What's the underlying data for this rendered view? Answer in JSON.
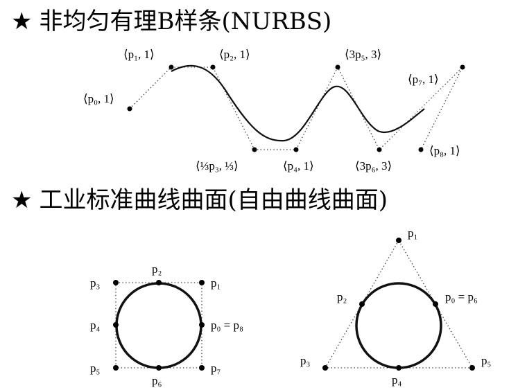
{
  "headings": {
    "nurbs": "非均匀有理B样条(NURBS)",
    "industry": "工业标准曲线曲面(自由曲线曲面)",
    "star": "★"
  },
  "nurbs_labels": {
    "p0": "⟨p₀, 1⟩",
    "p1": "⟨p₁, 1⟩",
    "p2": "⟨p₂, 1⟩",
    "p3": "⟨⅓p₃, ⅓⟩",
    "p4": "⟨p₄, 1⟩",
    "p5": "⟨3p₅, 3⟩",
    "p6": "⟨3p₆, 3⟩",
    "p7": "⟨p₇, 1⟩",
    "p8": "⟨p₈, 1⟩"
  },
  "square_labels": {
    "p1": "p₁",
    "p2": "p₂",
    "p3": "p₃",
    "p4": "p₄",
    "p0": "p₀ = p₈",
    "p5": "p₅",
    "p6": "p₆",
    "p7": "p₇"
  },
  "triangle_labels": {
    "p1": "p₁",
    "p2": "p₂",
    "p0": "p₀ = p₆",
    "p3": "p₃",
    "p4": "p₄",
    "p5": "p₅"
  },
  "colors": {
    "ink": "#000000",
    "background": "#ffffff"
  }
}
